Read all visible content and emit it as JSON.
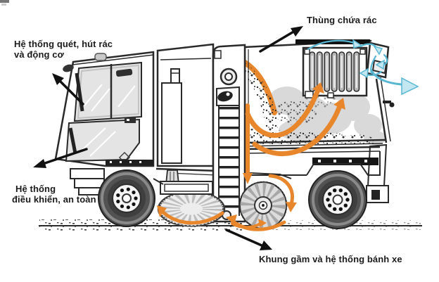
{
  "diagram": {
    "labels": {
      "sweep_vacuum_engine": {
        "line1": "Hệ thống quét, hút rác",
        "line2": "và động cơ"
      },
      "trash_container": {
        "text": "Thùng chứa rác"
      },
      "control_safety": {
        "line1": "Hệ thống",
        "line2": "điều khiển, an toàn"
      },
      "chassis_wheels": {
        "text": "Khung gầm và hệ thống bánh xe"
      }
    },
    "colors": {
      "debris_flow_orange": "#e8862c",
      "airflow_cyan": "#58b7d3",
      "airflow_fill": "#c3e7f1",
      "outline_dark": "#2a2a2a",
      "dust_cloud_gray": "#d9d9d9",
      "label_text": "#1b1b1b"
    },
    "icons": [
      {
        "name": "debris-flow-arrow",
        "meaning": "orange arrow showing swept debris flow"
      },
      {
        "name": "air-flow-arrow",
        "meaning": "cyan arrow showing filtered exhaust air flow"
      },
      {
        "name": "label-arrow",
        "meaning": "black pointer linking part to its label"
      }
    ]
  }
}
